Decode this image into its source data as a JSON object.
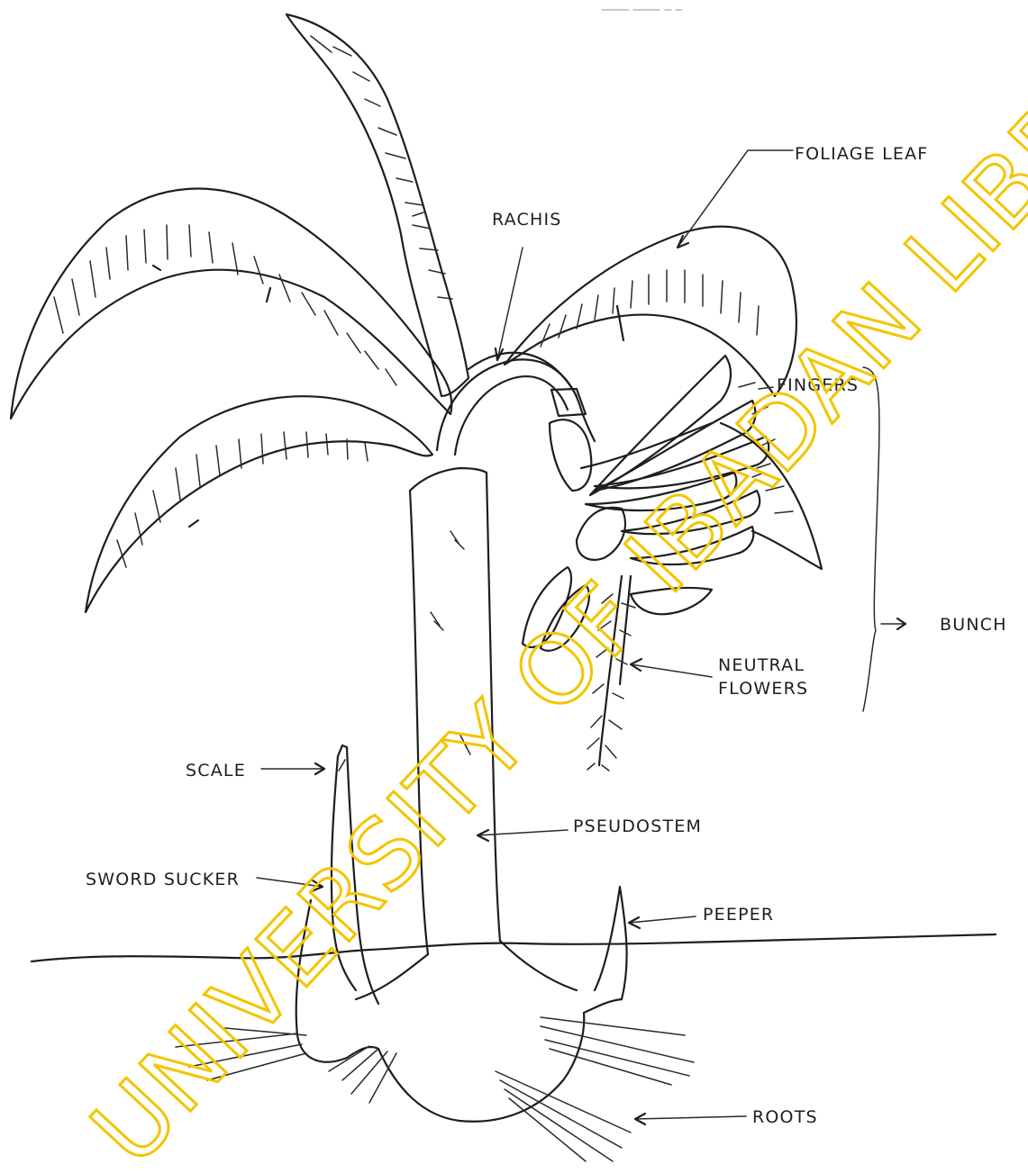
{
  "diagram": {
    "labels": {
      "foliage_leaf": "FOLIAGE LEAF",
      "rachis": "RACHIS",
      "fingers": "FINGERS",
      "bunch": "BUNCH",
      "neutral_flowers_1": "NEUTRAL",
      "neutral_flowers_2": "FLOWERS",
      "scale": "SCALE",
      "pseudostem": "PSEUDOSTEM",
      "sword_sucker": "SWORD SUCKER",
      "peeper": "PEEPER",
      "roots": "ROOTS"
    }
  },
  "watermark": {
    "text": "UNIVERSITY OF IBADAN LIBRARY",
    "color": "#f2c500"
  },
  "colors": {
    "ink": "#1e1e1e",
    "paper": "#ffffff"
  }
}
